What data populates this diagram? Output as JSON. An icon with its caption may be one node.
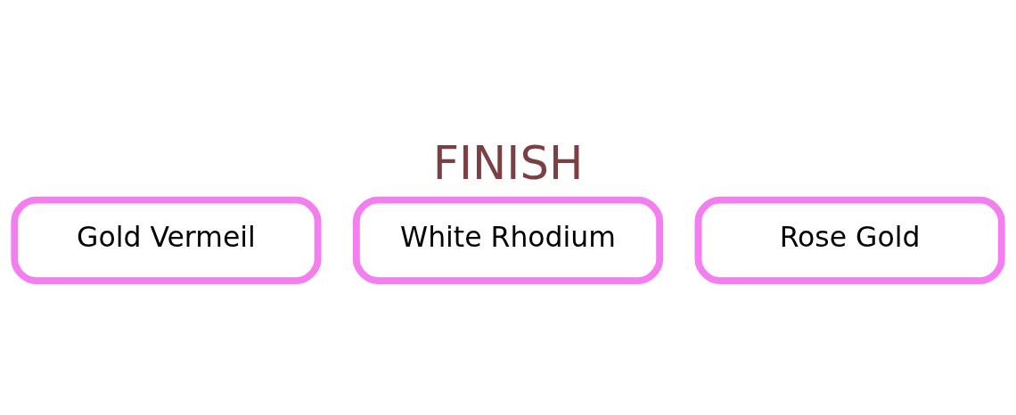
{
  "diagram": {
    "title": "FINISH",
    "nodes": [
      {
        "text": [
          "Gold Vermeil"
        ]
      },
      {
        "text": [
          "White Rhodium"
        ]
      },
      {
        "text": [
          "Rose Gold"
        ]
      }
    ]
  }
}
